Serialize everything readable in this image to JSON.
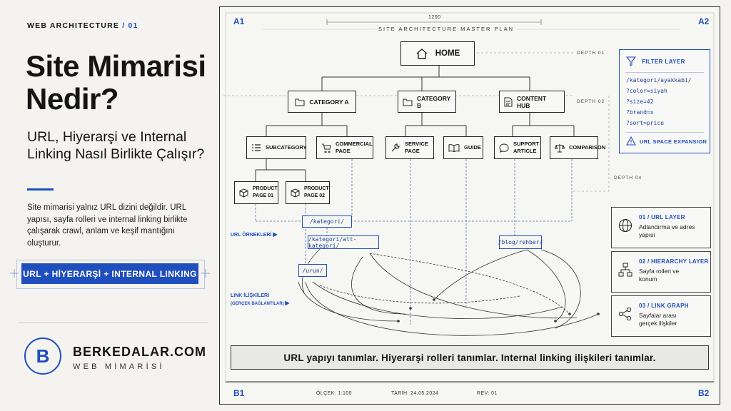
{
  "header": {
    "kicker": "WEB ARCHITECTURE",
    "kicker_sep": "/",
    "kicker_num": "01"
  },
  "title": "Site Mimarisi Nedir?",
  "subtitle": "URL, Hiyerarşi ve Internal Linking Nasıl Birlikte Çalışır?",
  "description": "Site mimarisi yalnız URL dizini değildir. URL yapısı, sayfa rolleri ve internal linking birlikte çalışarak crawl, anlam ve keşif mantığını oluşturur.",
  "tag_button": "URL + HİYERARŞİ + INTERNAL LINKING",
  "brand": {
    "logo": "B",
    "name": "BERKEDALAR.COM",
    "sub": "WEB MİMARİSİ"
  },
  "colors": {
    "accent": "#1f4fbf",
    "ink": "#141414",
    "paper": "#f4f3ef"
  },
  "plan": {
    "title": "SITE ARCHITECTURE MASTER PLAN",
    "width_label": "1200",
    "corners": {
      "tl": "A1",
      "tr": "A2",
      "bl": "B1",
      "br": "B2"
    },
    "depths": {
      "d1": "DEPTH 01",
      "d2": "DEPTH 02",
      "d4": "DEPTH 04"
    },
    "nodes": {
      "home": "HOME",
      "category_a": "CATEGORY A",
      "category_b": "CATEGORY B",
      "content_hub": "CONTENT HUB",
      "subcategory": "SUBCATEGORY",
      "commercial_page": "COMMERCIAL PAGE",
      "service_page": "SERVICE PAGE",
      "guide": "GUIDE",
      "support_article": "SUPPORT ARTICLE",
      "comparison": "COMPARISON",
      "product_01": "PRODUCT PAGE 01",
      "product_02": "PRODUCT PAGE 02"
    },
    "urls": {
      "kategori": "/kategori/",
      "alt_kategori": "/kategori/alt-kategori/",
      "urun": "/urun/",
      "blog": "/blog/rehber/"
    },
    "labels": {
      "url_examples": "URL ÖRNEKLERİ",
      "link_relations": "LINK İLİŞKİLERİ",
      "link_relations_sub": "(GERÇEK BAĞLANTILAR)"
    },
    "filter": {
      "title": "FILTER LAYER",
      "params": [
        "/kategori/ayakkabi/",
        "?color=siyah",
        "?size=42",
        "?brand=x",
        "?sort=price"
      ],
      "warning": "URL SPACE EXPANSION"
    },
    "layers": [
      {
        "title": "01 / URL LAYER",
        "desc": "Adlandırma ve adres yapısı",
        "icon": "globe-icon"
      },
      {
        "title": "02 / HIERARCHY LAYER",
        "desc": "Sayfa rolleri ve konum",
        "icon": "hierarchy-icon"
      },
      {
        "title": "03 / LINK GRAPH",
        "desc": "Sayfalar arası gerçek ilişkiler",
        "icon": "graph-icon"
      }
    ],
    "summary": "URL yapıyı tanımlar. Hiyerarşi rolleri tanımlar. Internal linking ilişkileri tanımlar.",
    "footer": {
      "scale": "ÖLÇEK: 1:100",
      "date": "TARİH: 24.05.2024",
      "rev": "REV: 01"
    }
  }
}
